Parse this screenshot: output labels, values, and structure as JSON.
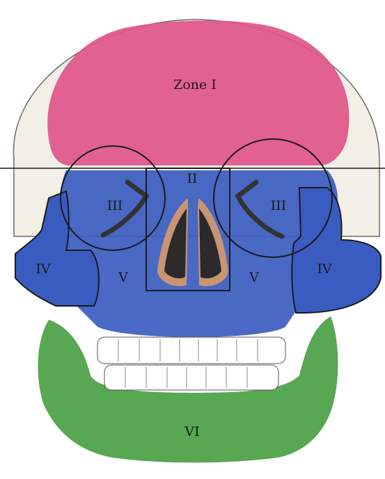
{
  "labels": {
    "zone1": "Zone I",
    "zone2": "II",
    "zone3_left": "III",
    "zone3_right": "III",
    "zone4_left": "IV",
    "zone4_right": "IV",
    "zone5_left": "V",
    "zone5_right": "V",
    "zone6": "VI"
  },
  "colors": {
    "zone1": "#e0558a",
    "midface": "#3a5cc0",
    "mandible": "#4fa24a",
    "skull_base": "#f2f0e6",
    "nasal_cavity": "#2a2a2a",
    "nasal_skin": "#c99572",
    "teeth": "#ffffff",
    "outline": "#1a1a1a"
  }
}
